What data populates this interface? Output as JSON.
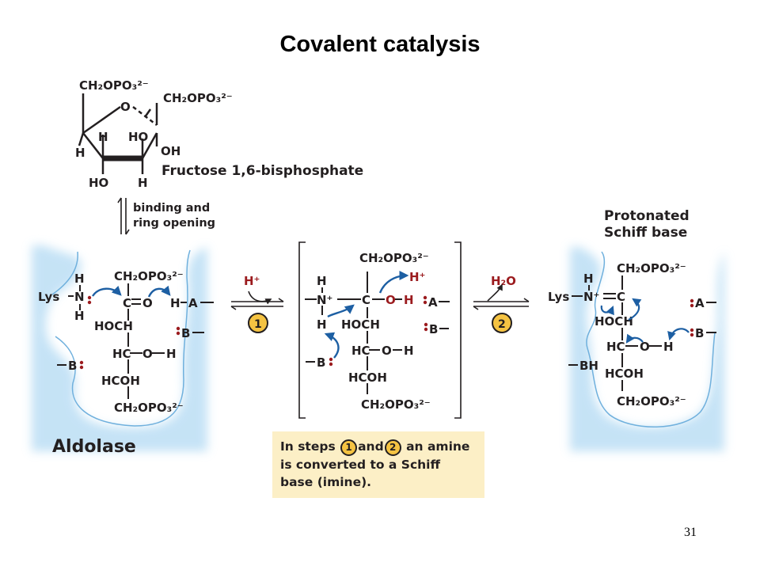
{
  "title": "Covalent catalysis",
  "page_number": "31",
  "fructose": {
    "label": "Fructose 1,6-bisphosphate",
    "ch2opo3_left": "CH₂OPO₃²⁻",
    "ch2opo3_right": "CH₂OPO₃²⁻",
    "ring_o": "O",
    "h_left": "H",
    "h_inner": "H",
    "ho_inner": "HO",
    "oh_right": "OH",
    "ho_bottom": "HO",
    "h_bottom": "H"
  },
  "step0": {
    "line1": "binding and",
    "line2": "ring opening"
  },
  "enzyme_label": "Aldolase",
  "step1": {
    "reagent": "H⁺",
    "number": "1"
  },
  "step2": {
    "reagent": "H₂O",
    "number": "2"
  },
  "product_label": {
    "line1": "Protonated",
    "line2": "Schiff base"
  },
  "panel_left": {
    "h_top": "H",
    "lys": "Lys",
    "n": "N",
    "h_bottom": "H",
    "top_group": "CH₂OPO₃²⁻",
    "c": "C",
    "o": "O",
    "hoch": "HOCH",
    "hc": "HC",
    "oh_o": "O",
    "oh_h": "H",
    "hcoh": "HCOH",
    "bottom_group": "CH₂OPO₃²⁻",
    "ha_h": "H",
    "ha_a": "A",
    "b": "B",
    "b_left": "B"
  },
  "panel_mid": {
    "h_top": "H",
    "n_plus": "N⁺",
    "c": "C",
    "o": "O",
    "oh_h": "H",
    "h_bottom": "H",
    "top_group": "CH₂OPO₃²⁻",
    "hoch": "HOCH",
    "hc": "HC",
    "o2": "O",
    "h2": "H",
    "hcoh": "HCOH",
    "bottom_group": "CH₂OPO₃²⁻",
    "h_plus": "H⁺",
    "a": "A",
    "b": "B",
    "b_left": "B"
  },
  "panel_right": {
    "h_top": "H",
    "lys": "Lys",
    "n_plus": "N⁺",
    "c": "C",
    "top_group": "CH₂OPO₃²⁻",
    "hoch": "HOCH",
    "hc": "HC",
    "o": "O",
    "h": "H",
    "hcoh": "HCOH",
    "bottom_group": "CH₂OPO₃²⁻",
    "a": "A",
    "b": "B",
    "bh": "BH"
  },
  "note": {
    "part1": "In steps",
    "num1": "1",
    "part2": "and",
    "num2": "2",
    "part3": "an amine",
    "line2": "is converted to a Schiff",
    "line3": "base (imine)."
  },
  "colors": {
    "arrow_blue": "#1d5fa3",
    "lone_pair_red": "#9b1b1e",
    "step_circle": "#f5c342",
    "note_bg": "#fcefc6",
    "pocket_blue": "#bfe0f5"
  }
}
